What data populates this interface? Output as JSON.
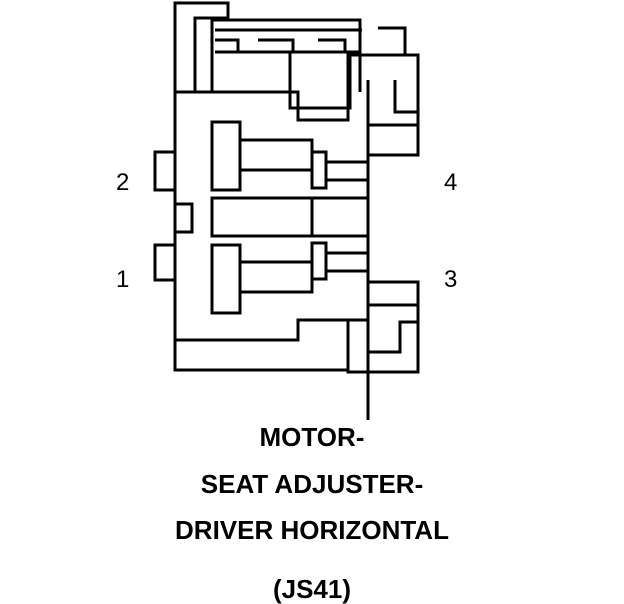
{
  "pins": {
    "p1": "1",
    "p2": "2",
    "p3": "3",
    "p4": "4"
  },
  "caption": {
    "line1": "MOTOR-",
    "line2": "SEAT ADJUSTER-",
    "line3": "DRIVER HORIZONTAL",
    "code": "(JS41)"
  },
  "colors": {
    "line": "#000000",
    "background": "#ffffff"
  }
}
